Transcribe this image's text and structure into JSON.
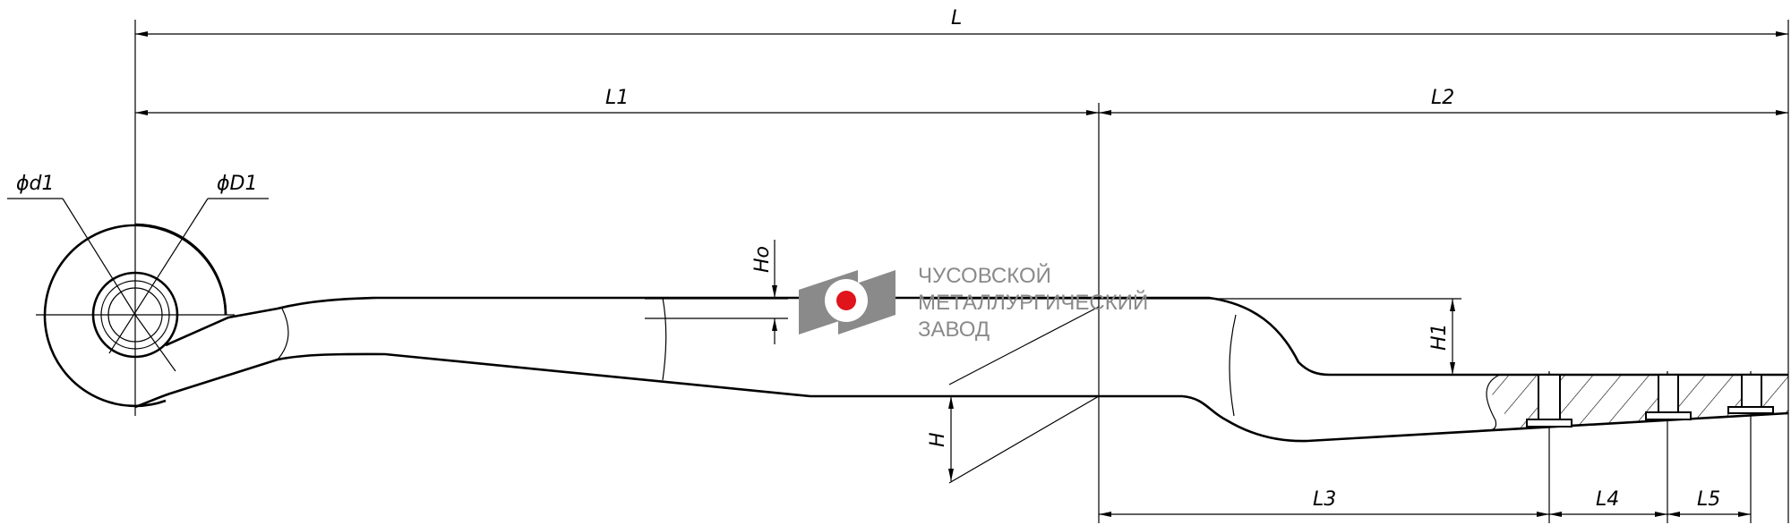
{
  "title": "Leaf spring drawing",
  "dimensions": {
    "L": "L",
    "L1": "L1",
    "L2": "L2",
    "L3": "L3",
    "L4": "L4",
    "L5": "L5",
    "H": "H",
    "H1": "H1",
    "Ho": "Ho",
    "d1": "ϕd1",
    "D1": "ϕD1"
  },
  "logo": {
    "line1": "ЧУСОВСКОЙ",
    "line2": "МЕТАЛЛУРГИЧЕСКИЙ",
    "line3": "ЗАВОД",
    "gray": "#8a8a8a",
    "red": "#e0141b"
  }
}
